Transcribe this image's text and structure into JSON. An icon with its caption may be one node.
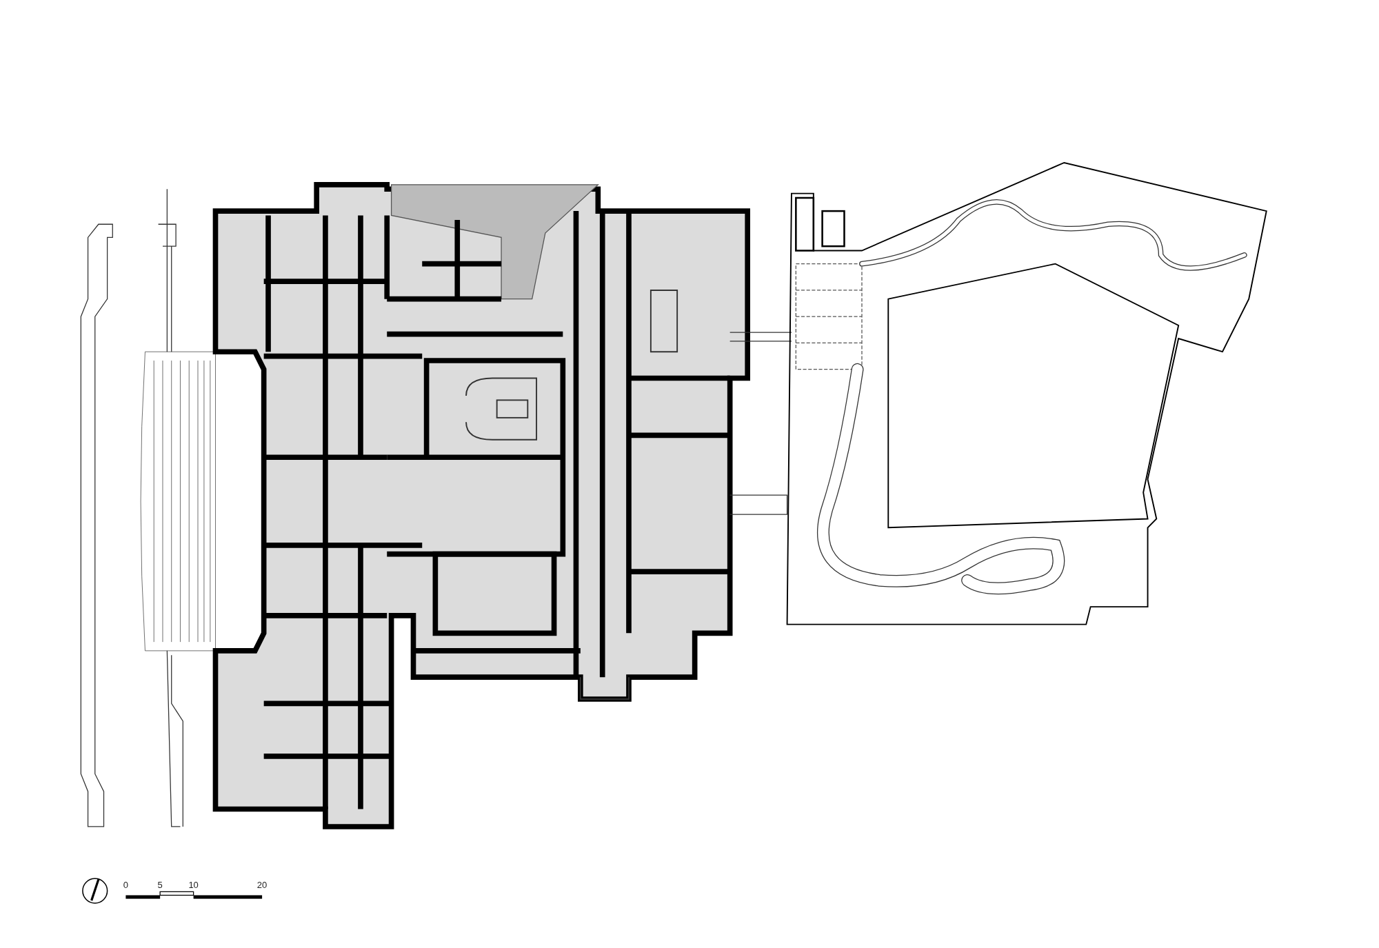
{
  "diagram": {
    "labels": [
      "0",
      "5",
      "10",
      "20"
    ]
  }
}
